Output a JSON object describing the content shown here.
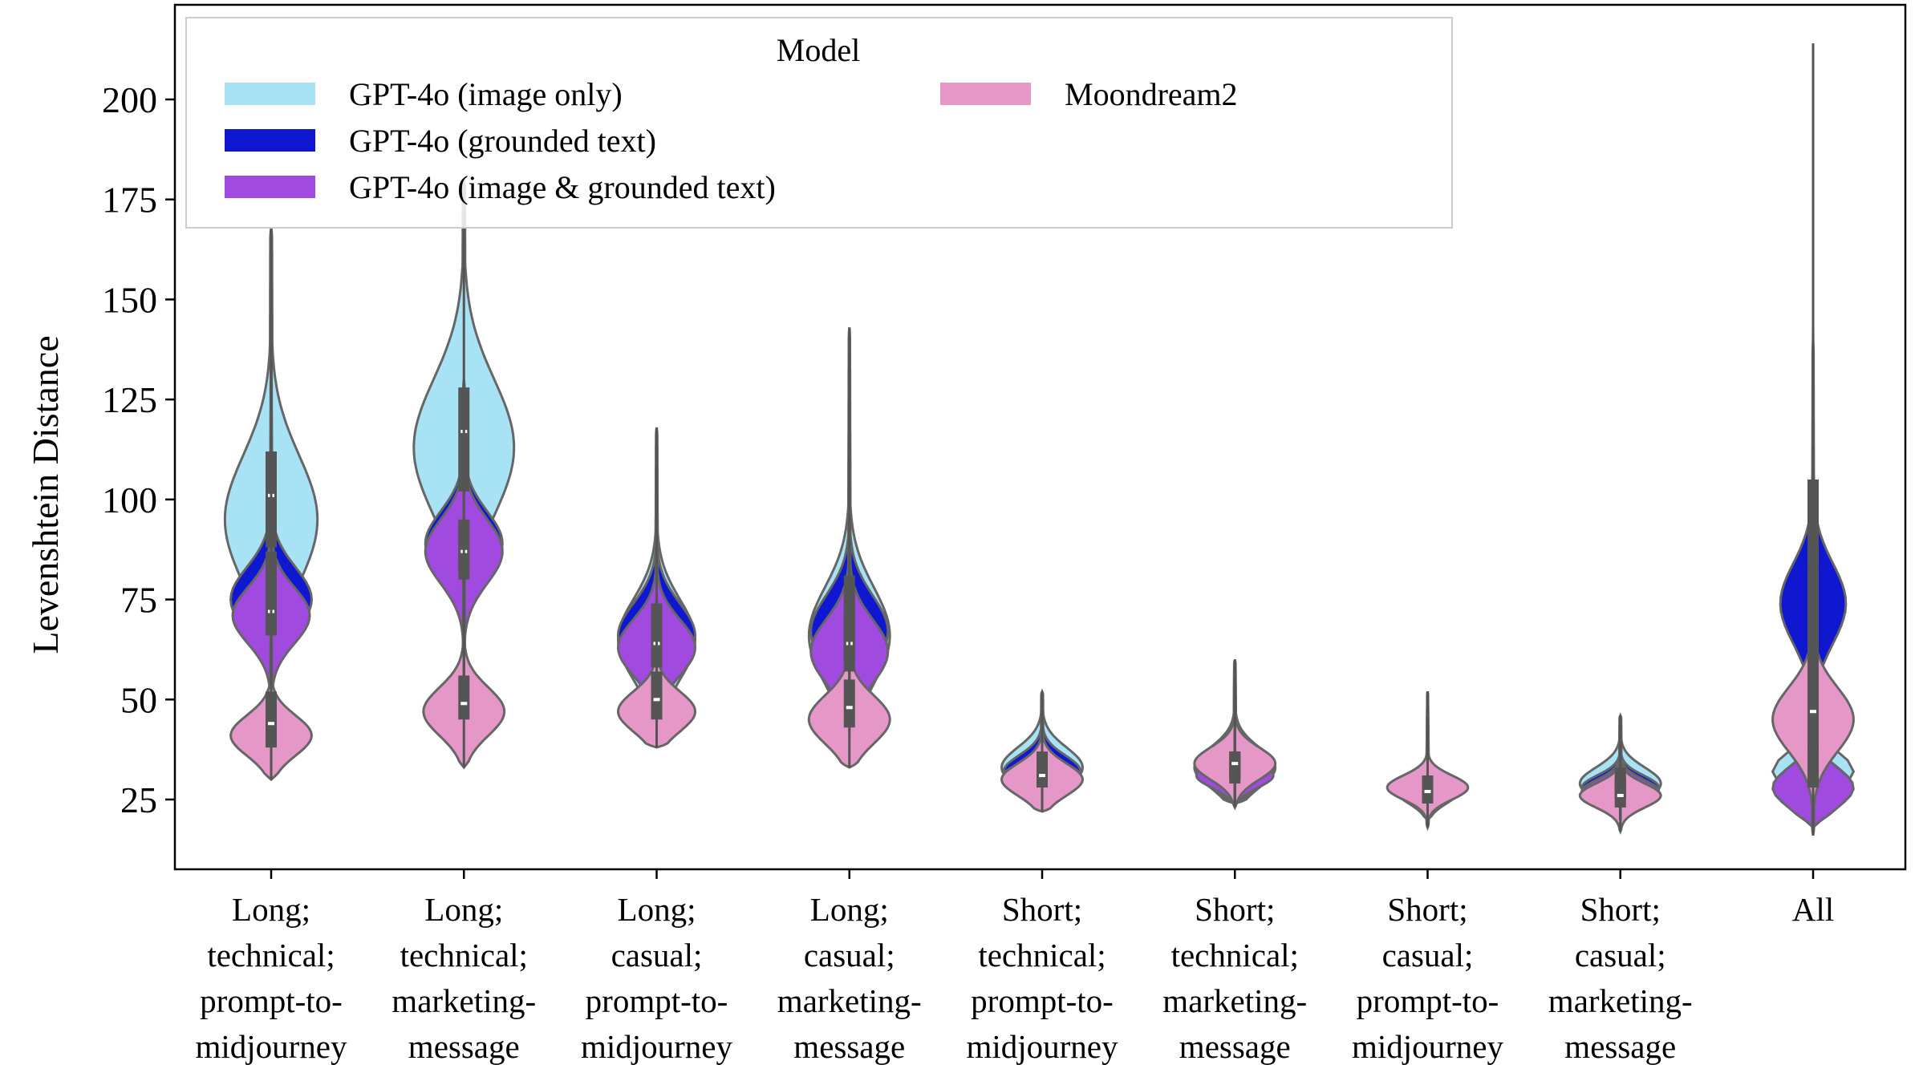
{
  "chart_data": {
    "type": "violin",
    "ylabel": "Levenshtein Distance",
    "xlabel": "",
    "ylim": [
      15,
      220
    ],
    "yticks": [
      25,
      50,
      75,
      100,
      125,
      150,
      175,
      200
    ],
    "categories": [
      [
        "Long;",
        "technical;",
        "prompt-to-",
        "midjourney"
      ],
      [
        "Long;",
        "technical;",
        "marketing-",
        "message"
      ],
      [
        "Long;",
        "casual;",
        "prompt-to-",
        "midjourney"
      ],
      [
        "Long;",
        "casual;",
        "marketing-",
        "message"
      ],
      [
        "Short;",
        "technical;",
        "prompt-to-",
        "midjourney"
      ],
      [
        "Short;",
        "technical;",
        "marketing-",
        "message"
      ],
      [
        "Short;",
        "casual;",
        "prompt-to-",
        "midjourney"
      ],
      [
        "Short;",
        "casual;",
        "marketing-",
        "message"
      ],
      [
        "All"
      ]
    ],
    "legend": {
      "title": "Model",
      "position": "top-left"
    },
    "grid": false,
    "series": [
      {
        "name": "GPT-4o (image only)",
        "color": "#a8e3f5",
        "violins": [
          {
            "min": 70,
            "max": 168,
            "peak": 95,
            "width": 0.48,
            "spread": 16,
            "q1": 88,
            "median": 101,
            "q3": 112
          },
          {
            "min": 85,
            "max": 180,
            "peak": 113,
            "width": 0.52,
            "spread": 17,
            "q1": 102,
            "median": 117,
            "q3": 128
          },
          {
            "min": 48,
            "max": 118,
            "peak": 65,
            "width": 0.4,
            "spread": 10,
            "q1": 60,
            "median": 66,
            "q3": 73
          },
          {
            "min": 48,
            "max": 143,
            "peak": 66,
            "width": 0.42,
            "spread": 12,
            "q1": 60,
            "median": 68,
            "q3": 77
          },
          {
            "min": 24,
            "max": 52,
            "peak": 33,
            "width": 0.42,
            "spread": 5,
            "q1": 29,
            "median": 33,
            "q3": 37
          },
          {
            "min": 24,
            "max": 60,
            "peak": 33,
            "width": 0.42,
            "spread": 5,
            "q1": 30,
            "median": 33,
            "q3": 37
          },
          {
            "min": 20,
            "max": 52,
            "peak": 28,
            "width": 0.34,
            "spread": 3,
            "q1": 25,
            "median": 28,
            "q3": 31
          },
          {
            "min": 20,
            "max": 46,
            "peak": 29,
            "width": 0.42,
            "spread": 4,
            "q1": 26,
            "median": 29,
            "q3": 33
          },
          {
            "min": 18,
            "max": 214,
            "peak": 32,
            "width": 0.42,
            "spread": 5,
            "q1": 30,
            "median": 63,
            "q3": 105
          }
        ]
      },
      {
        "name": "GPT-4o (grounded text)",
        "color": "#0f17d1",
        "violins": [
          {
            "min": 40,
            "max": 138,
            "peak": 75,
            "width": 0.42,
            "spread": 8,
            "q1": 69,
            "median": 77,
            "q3": 87
          },
          {
            "min": 50,
            "max": 130,
            "peak": 89,
            "width": 0.4,
            "spread": 8,
            "q1": 82,
            "median": 88,
            "q3": 95
          },
          {
            "min": 45,
            "max": 110,
            "peak": 66,
            "width": 0.4,
            "spread": 8,
            "q1": 60,
            "median": 67,
            "q3": 74
          },
          {
            "min": 45,
            "max": 137,
            "peak": 67,
            "width": 0.4,
            "spread": 9,
            "q1": 60,
            "median": 70,
            "q3": 81
          },
          {
            "min": 24,
            "max": 50,
            "peak": 32,
            "width": 0.4,
            "spread": 4,
            "q1": 29,
            "median": 32,
            "q3": 35
          },
          {
            "min": 24,
            "max": 56,
            "peak": 32,
            "width": 0.4,
            "spread": 4,
            "q1": 30,
            "median": 33,
            "q3": 36
          },
          {
            "min": 20,
            "max": 50,
            "peak": 27,
            "width": 0.32,
            "spread": 3,
            "q1": 25,
            "median": 27,
            "q3": 30
          },
          {
            "min": 20,
            "max": 44,
            "peak": 28,
            "width": 0.4,
            "spread": 3,
            "q1": 25,
            "median": 28,
            "q3": 31
          },
          {
            "min": 18,
            "max": 140,
            "peak": 74,
            "width": 0.34,
            "spread": 10,
            "q1": 32,
            "median": 62,
            "q3": 83
          }
        ]
      },
      {
        "name": "GPT-4o (image & grounded text)",
        "color": "#a04ae0",
        "violins": [
          {
            "min": 42,
            "max": 120,
            "peak": 71,
            "width": 0.4,
            "spread": 7,
            "q1": 66,
            "median": 72,
            "q3": 80
          },
          {
            "min": 52,
            "max": 125,
            "peak": 87,
            "width": 0.4,
            "spread": 8,
            "q1": 80,
            "median": 87,
            "q3": 94
          },
          {
            "min": 42,
            "max": 100,
            "peak": 63,
            "width": 0.4,
            "spread": 7,
            "q1": 58,
            "median": 64,
            "q3": 70
          },
          {
            "min": 42,
            "max": 120,
            "peak": 62,
            "width": 0.4,
            "spread": 8,
            "q1": 57,
            "median": 64,
            "q3": 72
          },
          {
            "min": 24,
            "max": 48,
            "peak": 31,
            "width": 0.4,
            "spread": 3,
            "q1": 29,
            "median": 31,
            "q3": 34
          },
          {
            "min": 24,
            "max": 54,
            "peak": 31,
            "width": 0.4,
            "spread": 3,
            "q1": 29,
            "median": 32,
            "q3": 35
          },
          {
            "min": 20,
            "max": 48,
            "peak": 27,
            "width": 0.32,
            "spread": 3,
            "q1": 25,
            "median": 27,
            "q3": 30
          },
          {
            "min": 20,
            "max": 42,
            "peak": 27,
            "width": 0.4,
            "spread": 3,
            "q1": 25,
            "median": 27,
            "q3": 30
          },
          {
            "min": 18,
            "max": 130,
            "peak": 28,
            "width": 0.42,
            "spread": 5,
            "q1": 28,
            "median": 50,
            "q3": 72
          }
        ]
      },
      {
        "name": "Moondream2",
        "color": "#e598c8",
        "violins": [
          {
            "min": 30,
            "max": 85,
            "peak": 41,
            "width": 0.42,
            "spread": 5,
            "q1": 38,
            "median": 44,
            "q3": 52
          },
          {
            "min": 33,
            "max": 90,
            "peak": 47,
            "width": 0.42,
            "spread": 6,
            "q1": 45,
            "median": 49,
            "q3": 56
          },
          {
            "min": 38,
            "max": 75,
            "peak": 47,
            "width": 0.4,
            "spread": 5,
            "q1": 45,
            "median": 50,
            "q3": 57
          },
          {
            "min": 33,
            "max": 78,
            "peak": 45,
            "width": 0.42,
            "spread": 6,
            "q1": 43,
            "median": 48,
            "q3": 55
          },
          {
            "min": 22,
            "max": 50,
            "peak": 30,
            "width": 0.42,
            "spread": 4,
            "q1": 28,
            "median": 31,
            "q3": 35
          },
          {
            "min": 23,
            "max": 58,
            "peak": 34,
            "width": 0.42,
            "spread": 4,
            "q1": 31,
            "median": 34,
            "q3": 37
          },
          {
            "min": 18,
            "max": 52,
            "peak": 28,
            "width": 0.42,
            "spread": 3,
            "q1": 24,
            "median": 27,
            "q3": 31
          },
          {
            "min": 17,
            "max": 46,
            "peak": 26,
            "width": 0.42,
            "spread": 3,
            "q1": 23,
            "median": 26,
            "q3": 30
          },
          {
            "min": 16,
            "max": 90,
            "peak": 45,
            "width": 0.42,
            "spread": 8,
            "q1": 38,
            "median": 47,
            "q3": 56
          }
        ]
      }
    ]
  },
  "legend_entries": [
    {
      "label": "GPT-4o (image only)",
      "color": "#a8e3f5"
    },
    {
      "label": "GPT-4o (grounded text)",
      "color": "#0f17d1"
    },
    {
      "label": "GPT-4o (image & grounded text)",
      "color": "#a04ae0"
    },
    {
      "label": "Moondream2",
      "color": "#e598c8"
    }
  ]
}
